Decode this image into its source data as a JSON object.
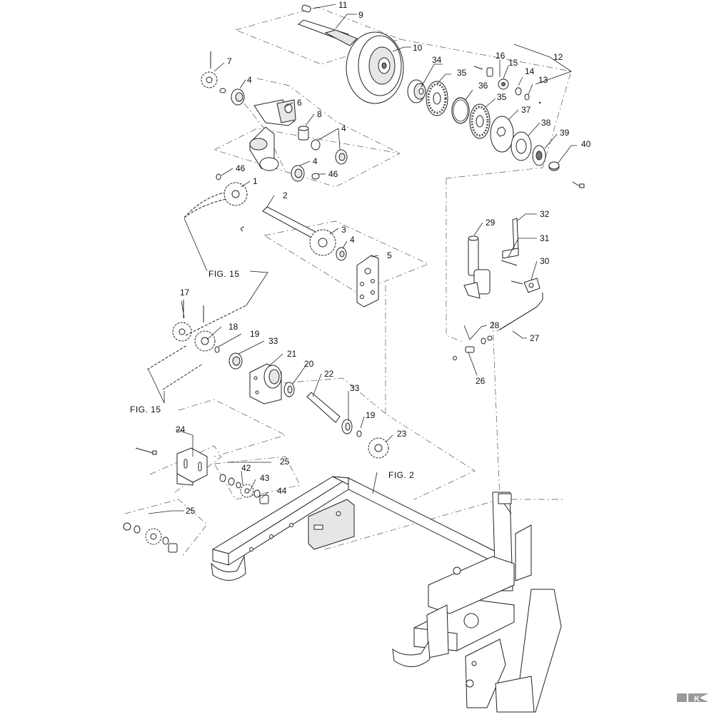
{
  "diagram": {
    "callouts": [
      "11",
      "9",
      "10",
      "12",
      "34",
      "35",
      "16",
      "15",
      "14",
      "13",
      "36",
      "35",
      "37",
      "38",
      "39",
      "40",
      "7",
      "4",
      "6",
      "8",
      "4",
      "4",
      "46",
      "46",
      "1",
      "2",
      "3",
      "4",
      "5",
      "29",
      "32",
      "31",
      "30",
      "28",
      "27",
      "26",
      "17",
      "18",
      "19",
      "33",
      "21",
      "20",
      "22",
      "33",
      "19",
      "23",
      "24",
      "25",
      "42",
      "43",
      "44",
      "25"
    ],
    "fig_refs": [
      "FIG. 15",
      "FIG. 15",
      "FIG. 2"
    ],
    "logo_text": "K"
  }
}
